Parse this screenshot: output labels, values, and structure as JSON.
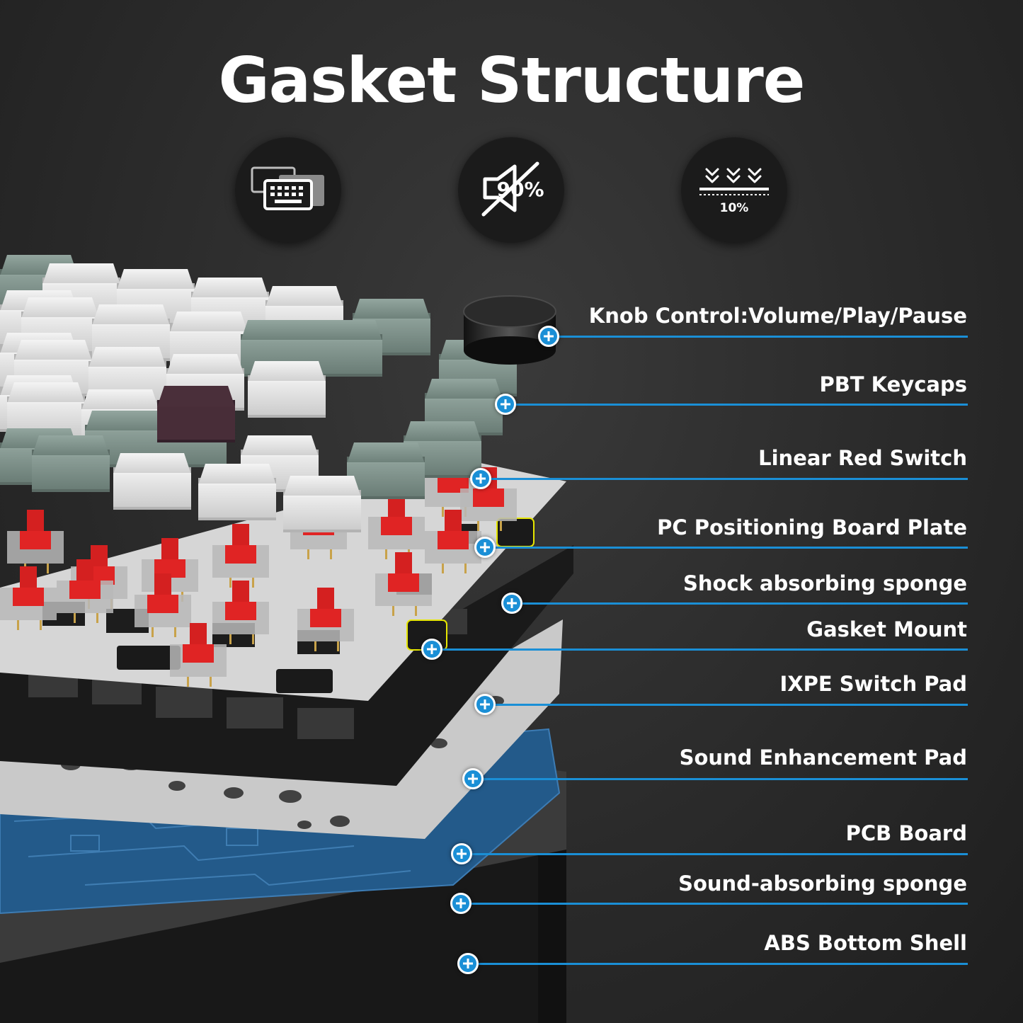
{
  "title": "Gasket Structure",
  "features": [
    {
      "icon": "layered-keyboard-icon"
    },
    {
      "icon": "muted-speaker-icon",
      "text": "90%"
    },
    {
      "icon": "compression-arrows-icon",
      "text": "10%"
    }
  ],
  "colors": {
    "accent": "#1a8fd6",
    "background": "#2a2a2a",
    "text": "#ffffff",
    "switch_red": "#d42020",
    "keycap_white": "#e9e9e9",
    "keycap_green": "#7f948c",
    "pcb_blue": "#235a8a"
  },
  "callouts": [
    {
      "label": "Knob Control:Volume/Play/Pause"
    },
    {
      "label": "PBT Keycaps"
    },
    {
      "label": "Linear Red Switch"
    },
    {
      "label": "PC Positioning Board Plate"
    },
    {
      "label": "Shock absorbing sponge"
    },
    {
      "label": "Gasket Mount"
    },
    {
      "label": "IXPE Switch Pad"
    },
    {
      "label": "Sound Enhancement Pad"
    },
    {
      "label": "PCB Board"
    },
    {
      "label": "Sound-absorbing sponge"
    },
    {
      "label": "ABS Bottom Shell"
    }
  ]
}
